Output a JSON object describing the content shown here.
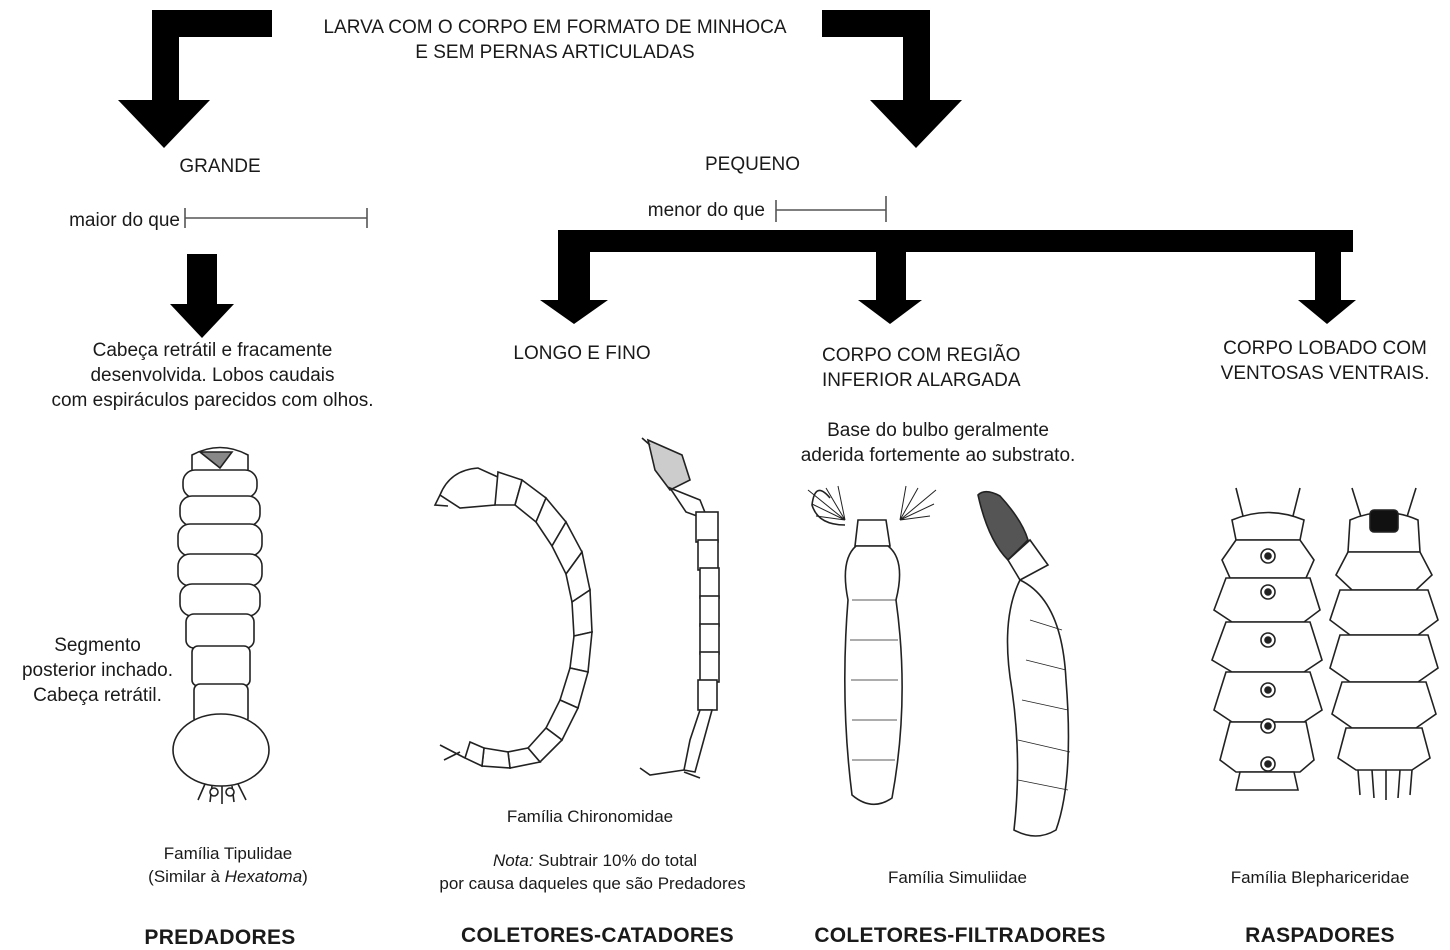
{
  "title": {
    "line1": "LARVA COM O CORPO EM FORMATO DE MINHOCA",
    "line2": "E SEM PERNAS ARTICULADAS"
  },
  "size": {
    "large": {
      "label": "GRANDE",
      "compare": "maior do que"
    },
    "small": {
      "label": "PEQUENO",
      "compare": "menor do que"
    }
  },
  "branches": {
    "predators": {
      "desc1": "Cabeça retrátil e fracamente",
      "desc2": "desenvolvida. Lobos caudais",
      "desc3": "com espiráculos parecidos com olhos.",
      "side1": "Segmento",
      "side2": "posterior inchado.",
      "side3": "Cabeça retrátil.",
      "family1": "Família Tipulidae",
      "family2_prefix": "(Similar à ",
      "family2_italic": "Hexatoma",
      "family2_suffix": ")",
      "category": "PREDADORES"
    },
    "gatherers": {
      "desc": "LONGO E FINO",
      "family": "Família Chironomidae",
      "note_label": "Nota:",
      "note_text": " Subtrair 10% do total",
      "note_line2": "por causa daqueles que são Predadores",
      "category": "COLETORES-CATADORES"
    },
    "filterers": {
      "desc1": "CORPO COM REGIÃO",
      "desc2": "INFERIOR ALARGADA",
      "sub1": "Base do bulbo geralmente",
      "sub2": "aderida fortemente ao substrato.",
      "family": "Família Simuliidae",
      "category": "COLETORES-FILTRADORES"
    },
    "scrapers": {
      "desc1": "CORPO LOBADO COM",
      "desc2": "VENTOSAS VENTRAIS.",
      "family": "Família Blephariceridae",
      "category": "RASPADORES"
    }
  }
}
